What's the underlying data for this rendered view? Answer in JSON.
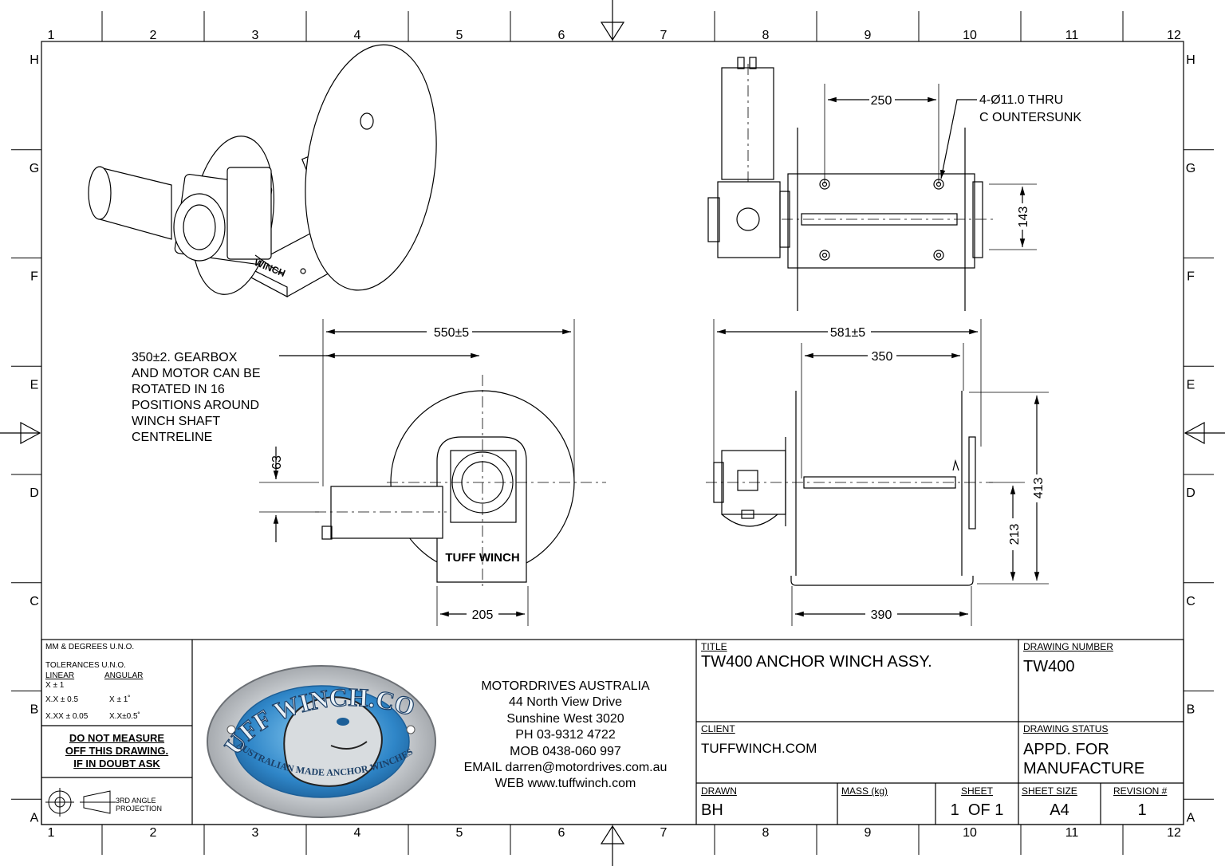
{
  "border": {
    "columns": [
      "1",
      "2",
      "3",
      "4",
      "5",
      "6",
      "7",
      "8",
      "9",
      "10",
      "11",
      "12"
    ],
    "rows": [
      "H",
      "G",
      "F",
      "E",
      "D",
      "C",
      "B",
      "A"
    ]
  },
  "notes": {
    "rotation": [
      "350±2. GEARBOX",
      "AND MOTOR CAN BE",
      "ROTATED IN 16",
      "POSITIONS AROUND",
      "WINCH SHAFT",
      "CENTRELINE"
    ],
    "holes": [
      "4-Ø11.0 THRU",
      "C OUNTERSUNK"
    ]
  },
  "dimensions": {
    "top_spacing": "250",
    "top_height": "143",
    "side_overall": "550±5",
    "side_offset": "63",
    "side_base": "205",
    "front_overall": "581±5",
    "front_drum": "350",
    "front_height": "413",
    "front_shaft_height": "213",
    "front_base": "390"
  },
  "drawing_text": {
    "brand_plate": "TUFF WINCH",
    "side_plate": "WINCH"
  },
  "title_block": {
    "units": "MM & DEGREES U.N.O.",
    "tolerances": "TOLERANCES U.N.O.",
    "linear": "LINEAR",
    "angular": "ANGULAR",
    "tol_rows": [
      [
        "X ± 1",
        ""
      ],
      [
        "X.X ± 0.5",
        "X ± 1˚"
      ],
      [
        "X.XX ± 0.05",
        "X.X±0.5˚"
      ]
    ],
    "warning": [
      "DO NOT MEASURE",
      "OFF THIS DRAWING.",
      "IF IN DOUBT ASK"
    ],
    "projection": [
      "3RD ANGLE",
      "PROJECTION"
    ],
    "logo": {
      "top": "TUFF WINCH.COM",
      "bottom": "AUSTRALIAN MADE ANCHOR WINCHES"
    },
    "company": [
      "MOTORDRIVES AUSTRALIA",
      "44 North View Drive",
      "Sunshine West 3020",
      "PH 03-9312 4722",
      "MOB 0438-060 997",
      "EMAIL darren@motordrives.com.au",
      "WEB www.tuffwinch.com"
    ],
    "title_label": "TITLE",
    "title": "TW400 ANCHOR WINCH ASSY.",
    "drawing_number_label": "DRAWING NUMBER",
    "drawing_number": "TW400",
    "client_label": "CLIENT",
    "client": "TUFFWINCH.COM",
    "status_label": "DRAWING STATUS",
    "status": [
      "APPD. FOR",
      "MANUFACTURE"
    ],
    "drawn_label": "DRAWN",
    "drawn": "BH",
    "mass_label": "MASS (kg)",
    "mass": "",
    "sheet_label": "SHEET",
    "sheet": "1  OF 1",
    "sheet_size_label": "SHEET SIZE",
    "sheet_size": "A4",
    "revision_label": "REVISION #",
    "revision": "1"
  },
  "colors": {
    "line": "#000000",
    "logo_blue": "#2f86c8",
    "logo_silver": "#b9bcc0"
  }
}
